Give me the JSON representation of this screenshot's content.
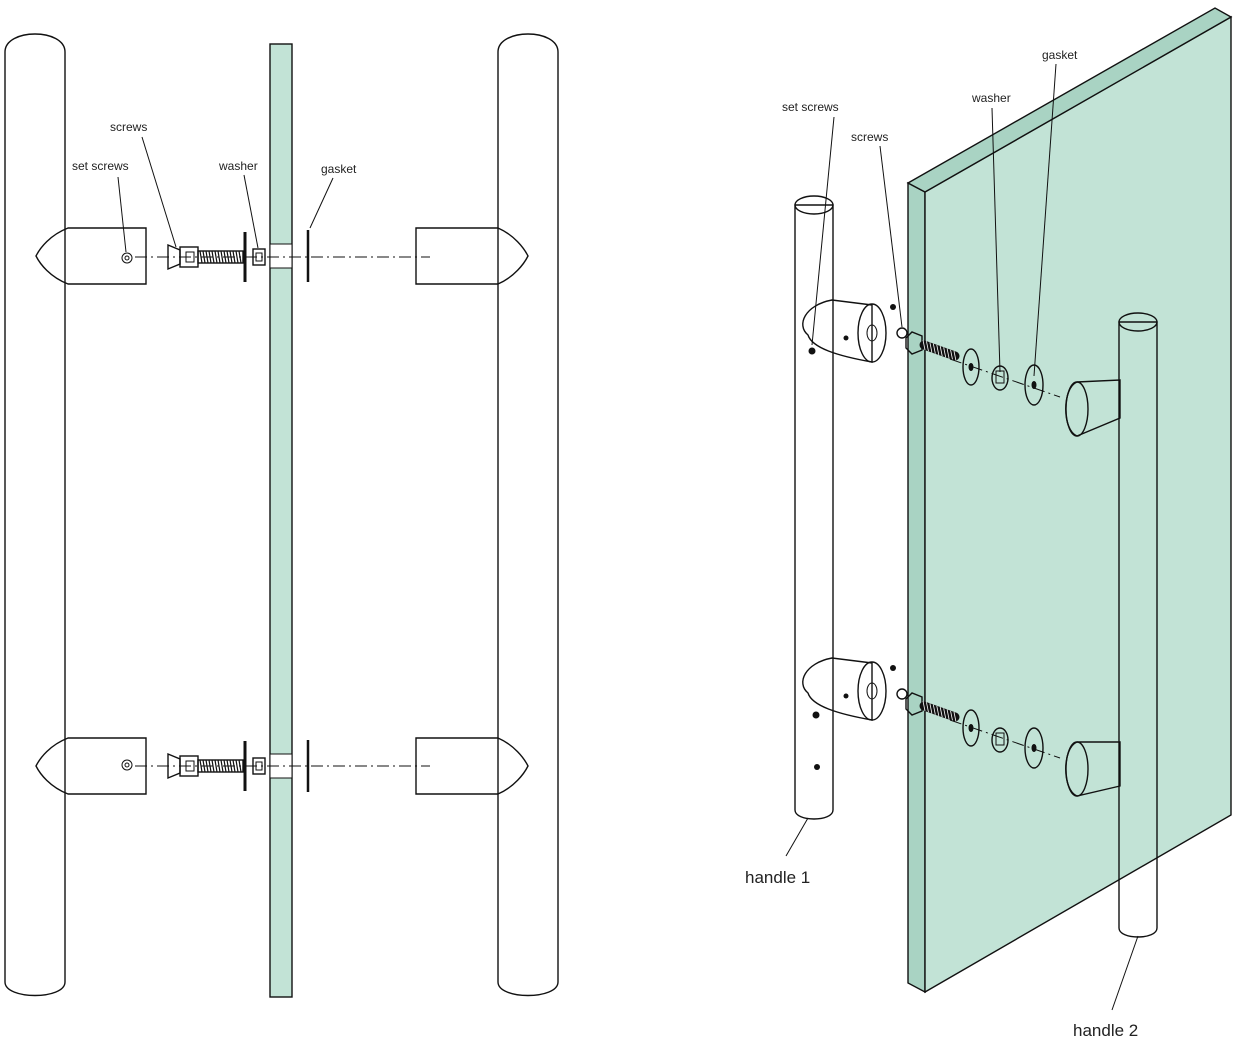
{
  "colors": {
    "glass": "#c2e3d6",
    "glass_side": "#a9d3c3",
    "line": "#111111",
    "background": "#ffffff"
  },
  "front_view": {
    "labels": {
      "set_screws": "set screws",
      "screws": "screws",
      "washer": "washer",
      "gasket": "gasket"
    }
  },
  "iso_view": {
    "labels": {
      "set_screws": "set screws",
      "screws": "screws",
      "washer": "washer",
      "gasket": "gasket",
      "handle_1": "handle 1",
      "handle_2": "handle 2"
    }
  }
}
